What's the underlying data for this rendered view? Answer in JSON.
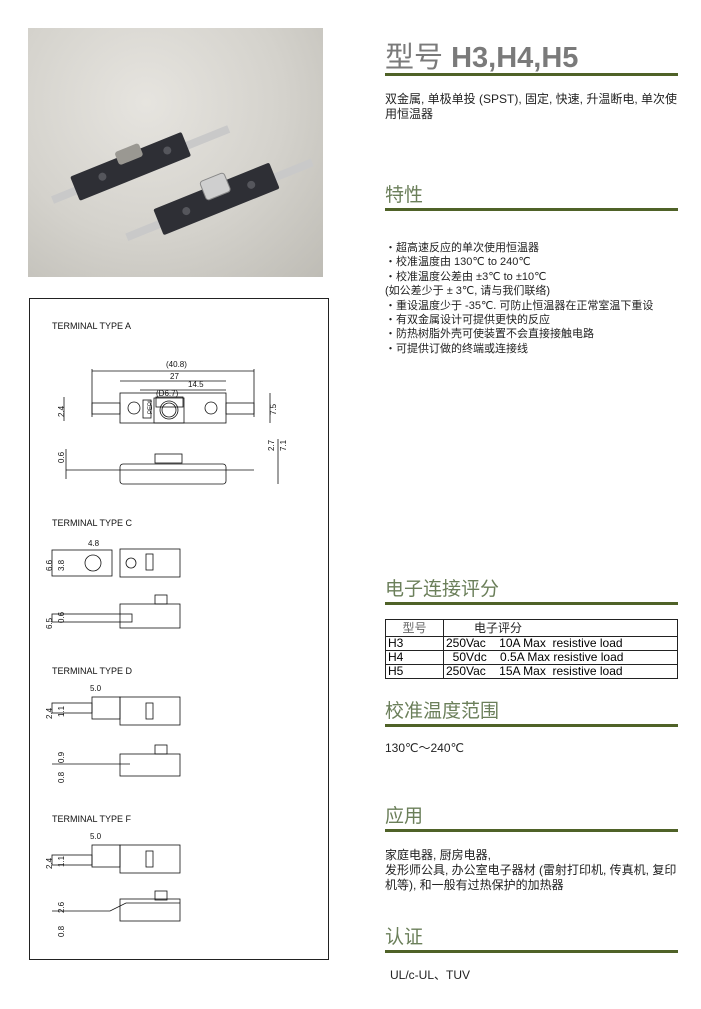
{
  "header": {
    "title_cn": "型号",
    "title_models": "H3,H4,H5",
    "description": "双金属, 单极单投 (SPST), 固定, 快速, 升温断电, 单次使用恒温器"
  },
  "features": {
    "heading": "特性",
    "items": [
      "・超高速反应的单次使用恒温器",
      "・校准温度由 130℃ to 240℃",
      "・校准温度公差由 ±3℃ to ±10℃",
      "(如公差少于 ± 3℃, 请与我们联络)",
      "・重设温度少于 -35℃. 可防止恒温器在正常室温下重设",
      "・有双金属设计可提供更快的反应",
      "・防热树脂外壳可使装置不会直接接触电路",
      "・可提供订做的终端或连接线"
    ]
  },
  "ratings": {
    "heading": "电子连接评分",
    "columns": [
      "型号",
      "电子评分"
    ],
    "rows": [
      {
        "model": "H3",
        "rating": "250Vac    10A Max  resistive load"
      },
      {
        "model": "H4",
        "rating": "  50Vdc    0.5A Max resistive load"
      },
      {
        "model": "H5",
        "rating": "250Vac    15A Max  resistive load"
      }
    ]
  },
  "temp_range": {
    "heading": "校准温度范围",
    "value": "130℃～240℃"
  },
  "applications": {
    "heading": "应用",
    "lines": [
      "家庭电器, 厨房电器,",
      "发形师公具, 办公室电子器材 (雷射打印机, 传真机, 复印机等), 和一般有过热保护的加热器"
    ]
  },
  "certification": {
    "heading": "认证",
    "value": "UL/c-UL、TUV"
  },
  "drawing": {
    "type_a": {
      "title": "TERMINAL TYPE A",
      "dims": [
        "(40.8)",
        "27",
        "14.5",
        "(D6.7)",
        "2.4",
        "7.5",
        "0.6",
        "2.7",
        "7.1"
      ],
      "marking": "PEPI"
    },
    "type_c": {
      "title": "TERMINAL TYPE C",
      "dims": [
        "4.8",
        "6.6",
        "3.8",
        "6.5",
        "0.6"
      ]
    },
    "type_d": {
      "title": "TERMINAL TYPE D",
      "dims": [
        "5.0",
        "2.4",
        "1.1",
        "0.9",
        "0.8"
      ]
    },
    "type_f": {
      "title": "TERMINAL TYPE F",
      "dims": [
        "5.0",
        "2.4",
        "1.1",
        "2.6",
        "0.8"
      ]
    }
  }
}
